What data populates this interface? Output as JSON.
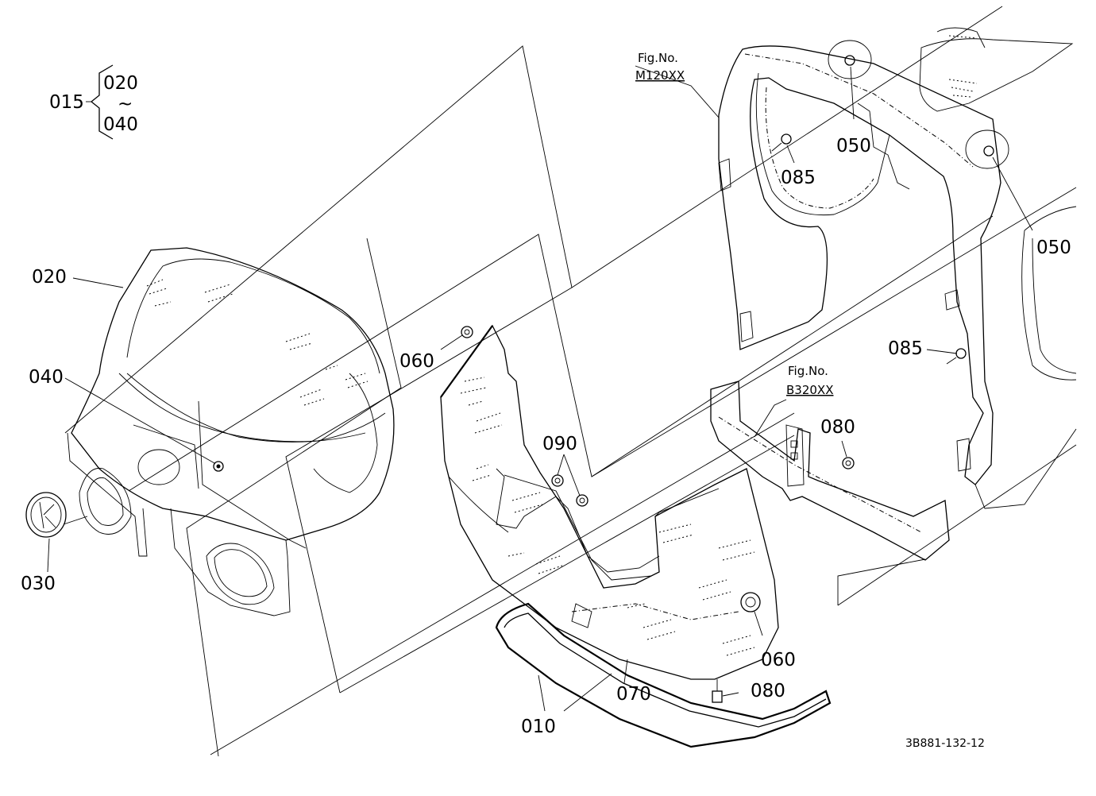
{
  "diagram": {
    "assembly": {
      "number": "015",
      "range_start": "020",
      "range_symbol": "~",
      "range_end": "040"
    },
    "parts": [
      {
        "id": "p020",
        "label": "020"
      },
      {
        "id": "p040",
        "label": "040"
      },
      {
        "id": "p030",
        "label": "030"
      },
      {
        "id": "p060a",
        "label": "060"
      },
      {
        "id": "p090",
        "label": "090"
      },
      {
        "id": "p060b",
        "label": "060"
      },
      {
        "id": "p070",
        "label": "070"
      },
      {
        "id": "p010",
        "label": "010"
      },
      {
        "id": "p080a",
        "label": "080"
      },
      {
        "id": "p080b",
        "label": "080"
      },
      {
        "id": "p050a",
        "label": "050"
      },
      {
        "id": "p050b",
        "label": "050"
      },
      {
        "id": "p085a",
        "label": "085"
      },
      {
        "id": "p085b",
        "label": "085"
      }
    ],
    "figure_refs": [
      {
        "prefix": "Fig.No.",
        "code": "M120XX"
      },
      {
        "prefix": "Fig.No.",
        "code": "B320XX"
      }
    ],
    "drawing_code": "3B881-132-12"
  }
}
